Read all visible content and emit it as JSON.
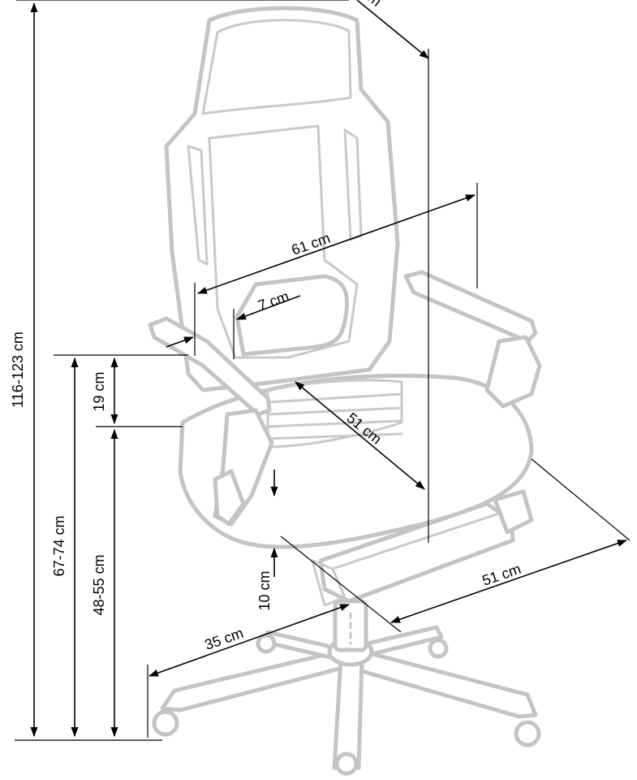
{
  "dimensions": {
    "total_height": "116-123 cm",
    "armrest_height": "67-74 cm",
    "seat_height": "48-55 cm",
    "armrest_above_seat": "19 cm",
    "backrest_width": "61 cm",
    "lumbar_cushion": "7 cm",
    "seat_depth": "51 cm",
    "gas_lift_travel": "10 cm",
    "base_radius": "35 cm",
    "footrest_depth": "51 cm",
    "cut_off_label": "m"
  }
}
